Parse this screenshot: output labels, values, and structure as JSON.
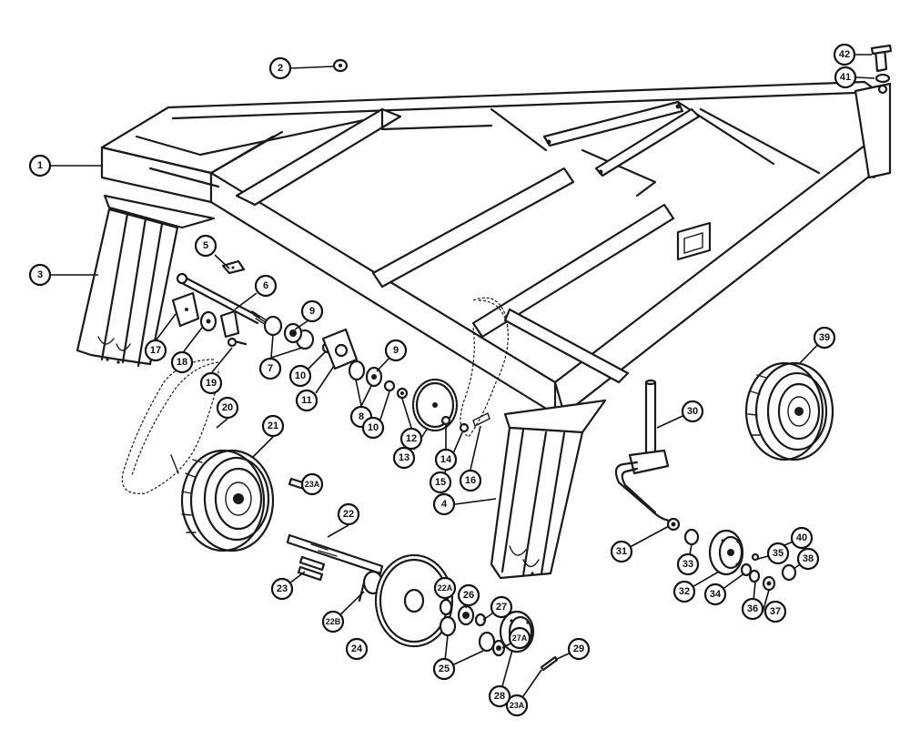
{
  "diagram": {
    "callouts": [
      "1",
      "2",
      "3",
      "4",
      "5",
      "6",
      "7",
      "8",
      "9",
      "9",
      "10",
      "10",
      "11",
      "12",
      "13",
      "14",
      "15",
      "16",
      "17",
      "18",
      "19",
      "20",
      "21",
      "22",
      "22A",
      "22B",
      "23",
      "23A",
      "23A",
      "24",
      "25",
      "26",
      "27",
      "27A",
      "28",
      "29",
      "30",
      "31",
      "32",
      "33",
      "34",
      "35",
      "36",
      "37",
      "38",
      "39",
      "40",
      "41",
      "42"
    ]
  }
}
